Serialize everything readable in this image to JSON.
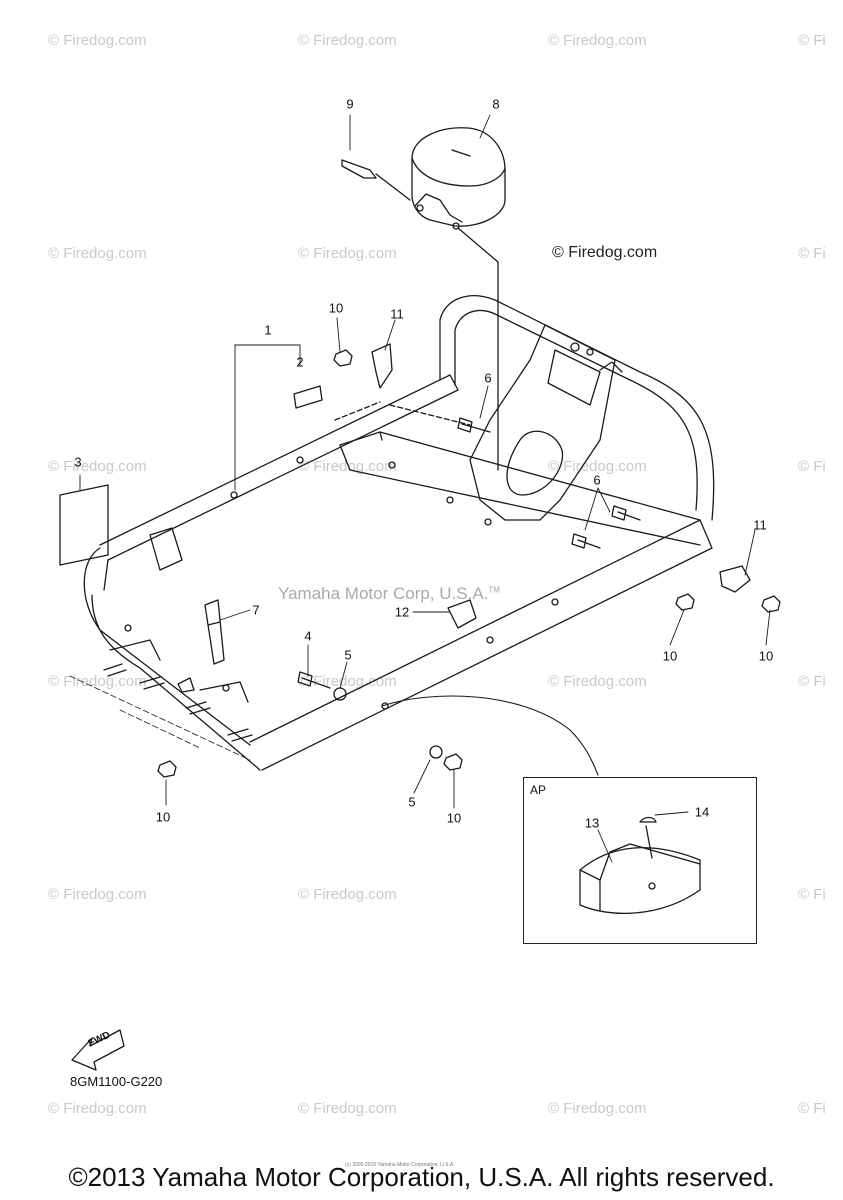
{
  "watermark": {
    "text": "© Firedog.com",
    "partial_text": "© Fi"
  },
  "corner_watermark": "© Firedog.com",
  "center_mark": {
    "text": "Yamaha Motor Corp, U.S.A.",
    "tm": "TM"
  },
  "callouts": [
    "1",
    "2",
    "3",
    "4",
    "5",
    "5",
    "6",
    "6",
    "7",
    "8",
    "9",
    "10",
    "10",
    "10",
    "10",
    "10",
    "11",
    "11",
    "12",
    "13",
    "14"
  ],
  "inset": {
    "label": "AP"
  },
  "badge": {
    "text": "FWD"
  },
  "diagram_code": "8GM1100-G220",
  "fine_print": "(c) 2005-2015 Yamaha Motor Corporation, U.S.A.",
  "footer": "©2013 Yamaha Motor Corporation, U.S.A. All rights reserved."
}
